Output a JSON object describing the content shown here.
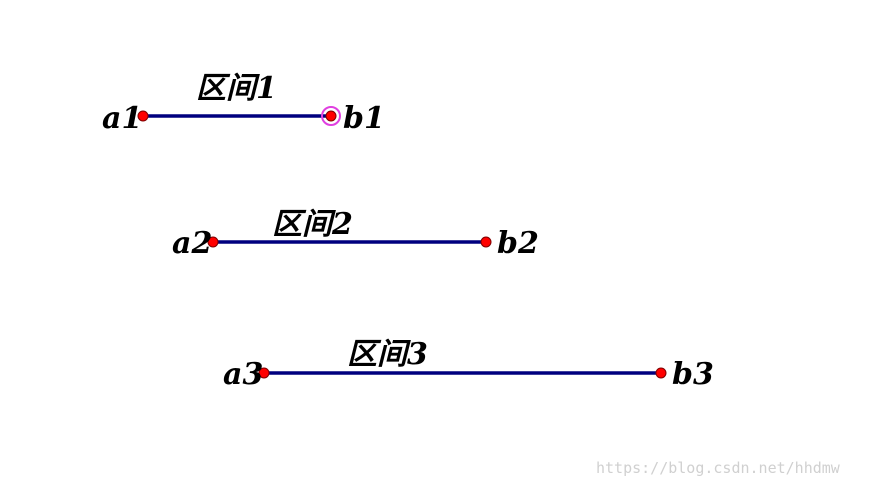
{
  "colors": {
    "segment": "#00007f",
    "point_fill": "#ff0000",
    "point_stroke": "#7f0000",
    "selected_ring": "#e040e0",
    "background": "#ffffff",
    "watermark": "#d0d0d0"
  },
  "intervals": [
    {
      "title": "区间1",
      "left_label": "a1",
      "right_label": "b1",
      "right_selected": true
    },
    {
      "title": "区间2",
      "left_label": "a2",
      "right_label": "b2",
      "right_selected": false
    },
    {
      "title": "区间3",
      "left_label": "a3",
      "right_label": "b3",
      "right_selected": false
    }
  ],
  "watermark": "https://blog.csdn.net/hhdmw"
}
